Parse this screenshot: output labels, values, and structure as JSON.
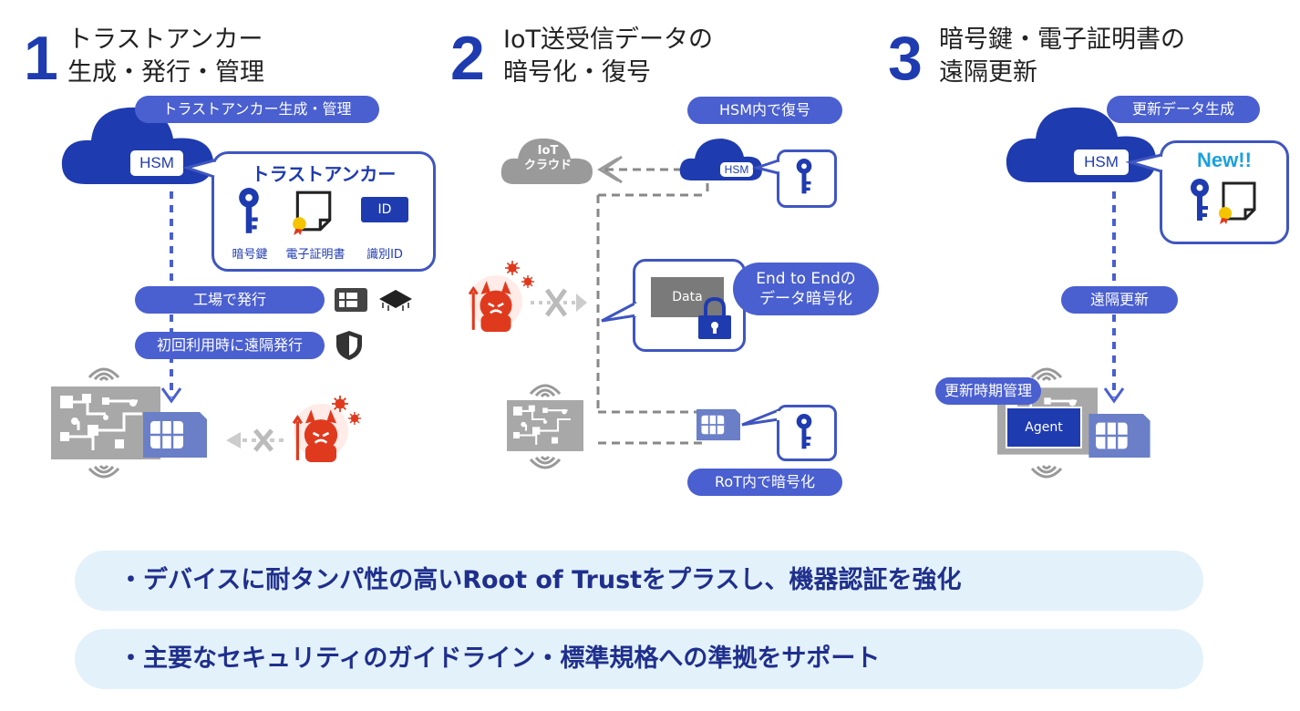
{
  "colors": {
    "primary": "#1f3bb0",
    "pill": "#4a5fd0",
    "danger": "#e03a1e",
    "grey": "#9a9a9a",
    "band": "#e3f1fb"
  },
  "section1": {
    "number": "1",
    "title_line1": "トラストアンカー",
    "title_line2": "生成・発行・管理",
    "cloud_label": "トラストアンカー生成・管理",
    "hsm": "HSM",
    "bubble_title": "トラストアンカー",
    "id_badge": "ID",
    "captions": [
      "暗号鍵",
      "電子証明書",
      "識別ID"
    ],
    "factory_pill": "工場で発行",
    "remote_pill": "初回利用時に遠隔発行"
  },
  "section2": {
    "number": "2",
    "title_line1": "IoT送受信データの",
    "title_line2": "暗号化・復号",
    "iot_cloud_line1": "IoT",
    "iot_cloud_line2": "クラウド",
    "hsm_pill": "HSM内で復号",
    "hsm": "HSM",
    "data_label": "Data",
    "e2e_line1": "End to Endの",
    "e2e_line2": "データ暗号化",
    "rot_pill": "RoT内で暗号化"
  },
  "section3": {
    "number": "3",
    "title_line1": "暗号鍵・電子証明書の",
    "title_line2": "遠隔更新",
    "cloud_label": "更新データ生成",
    "hsm": "HSM",
    "new_label": "New!!",
    "remote_pill": "遠隔更新",
    "mgmt_pill": "更新時期管理",
    "agent": "Agent"
  },
  "bottom": {
    "line1": "・デバイスに耐タンパ性の高いRoot of Trustをプラスし、機器認証を強化",
    "line2": "・主要なセキュリティのガイドライン・標準規格への準拠をサポート"
  },
  "icons": [
    "cloud-icon",
    "key-icon",
    "certificate-icon",
    "sim-card-icon",
    "chip-icon",
    "shield-icon",
    "devil-icon",
    "virus-icon",
    "cross-icon",
    "lock-icon",
    "wireless-icon",
    "circuit-board-icon",
    "arrow-down-icon",
    "arrow-left-icon"
  ]
}
